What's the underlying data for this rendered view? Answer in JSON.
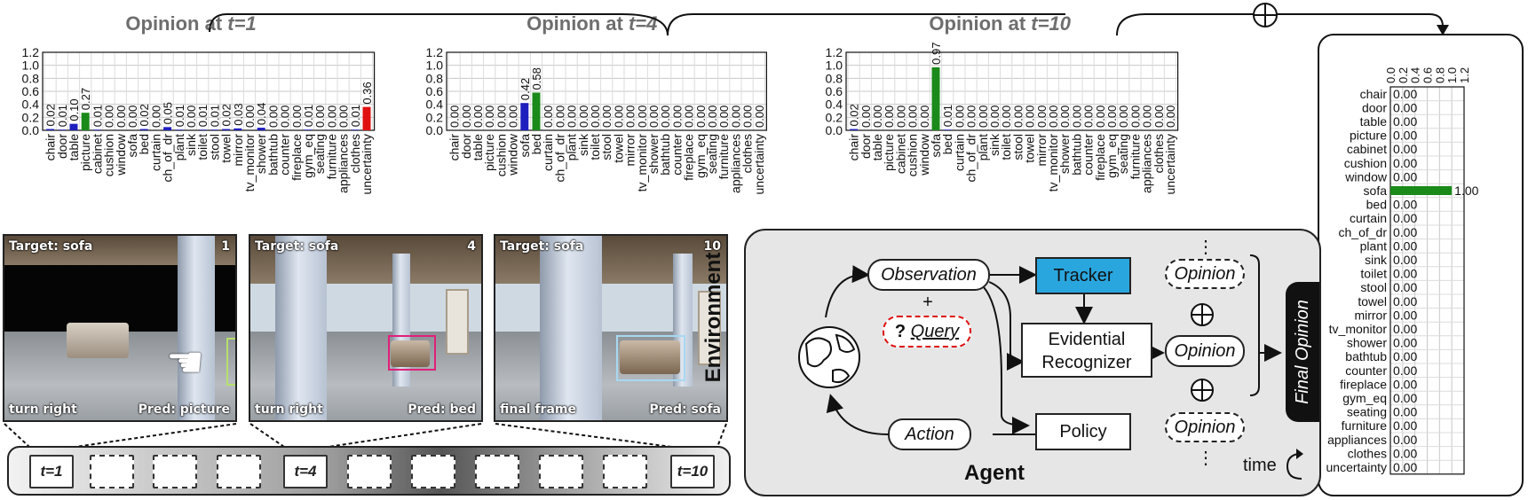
{
  "chart_data": [
    {
      "type": "bar",
      "title": "Opinion at t=1",
      "title_prefix": "Opinion at ",
      "title_var": "t=1",
      "categories": [
        "chair",
        "door",
        "table",
        "picture",
        "cabinet",
        "cushion",
        "window",
        "sofa",
        "bed",
        "curtain",
        "ch_of_dr",
        "plant",
        "sink",
        "toilet",
        "stool",
        "towel",
        "mirror",
        "tv_monitor",
        "shower",
        "bathtub",
        "counter",
        "fireplace",
        "gym_eq",
        "seating",
        "furniture",
        "appliances",
        "clothes",
        "uncertainty"
      ],
      "values": [
        0.02,
        0.01,
        0.1,
        0.27,
        0.01,
        0.0,
        0.0,
        0.0,
        0.02,
        0.0,
        0.05,
        0.01,
        0.0,
        0.01,
        0.01,
        0.02,
        0.03,
        0.0,
        0.04,
        0.0,
        0.0,
        0.0,
        0.01,
        0.0,
        0.0,
        0.0,
        0.01,
        0.36
      ],
      "value_labels": [
        "0.02",
        "0.01",
        "0.10",
        "0.27",
        "0.01",
        "0.00",
        "0.00",
        "0.00",
        "0.02",
        "0.00",
        "0.05",
        "0.01",
        "0.00",
        "0.01",
        "0.01",
        "0.02",
        "0.03",
        "0.00",
        "0.04",
        "0.00",
        "0.00",
        "0.00",
        "0.01",
        "0.00",
        "0.00",
        "0.00",
        "0.01",
        "0.36"
      ],
      "colors": [
        "#1f1fbf",
        "#1f1fbf",
        "#1f1fbf",
        "#1a8a1a",
        "#1f1fbf",
        "#1f1fbf",
        "#1f1fbf",
        "#1f1fbf",
        "#1f1fbf",
        "#1f1fbf",
        "#1f1fbf",
        "#1f1fbf",
        "#1f1fbf",
        "#1f1fbf",
        "#1f1fbf",
        "#1f1fbf",
        "#1f1fbf",
        "#1f1fbf",
        "#1f1fbf",
        "#1f1fbf",
        "#1f1fbf",
        "#1f1fbf",
        "#1f1fbf",
        "#1f1fbf",
        "#1f1fbf",
        "#1f1fbf",
        "#1f1fbf",
        "#e01010"
      ],
      "ylim": [
        0,
        1.2
      ],
      "yticks": [
        "0.0",
        "0.2",
        "0.4",
        "0.6",
        "0.8",
        "1.0",
        "1.2"
      ],
      "grid": true
    },
    {
      "type": "bar",
      "title": "Opinion at t=4",
      "title_prefix": "Opinion at ",
      "title_var": "t=4",
      "categories": [
        "chair",
        "door",
        "table",
        "picture",
        "cushion",
        "window",
        "sofa",
        "bed",
        "curtain",
        "ch_of_dr",
        "plant",
        "sink",
        "toilet",
        "stool",
        "towel",
        "mirror",
        "tv_monitor",
        "shower",
        "bathtub",
        "counter",
        "fireplace",
        "gym_eq",
        "seating",
        "furniture",
        "appliances",
        "clothes",
        "uncertainty"
      ],
      "values": [
        0.0,
        0.0,
        0.0,
        0.0,
        0.0,
        0.0,
        0.42,
        0.58,
        0.0,
        0.0,
        0.0,
        0.0,
        0.0,
        0.0,
        0.0,
        0.0,
        0.0,
        0.0,
        0.0,
        0.0,
        0.0,
        0.0,
        0.0,
        0.0,
        0.0,
        0.0,
        0.0
      ],
      "value_labels": [
        "0.00",
        "0.00",
        "0.00",
        "0.00",
        "0.00",
        "0.00",
        "0.42",
        "0.58",
        "0.00",
        "0.00",
        "0.00",
        "0.00",
        "0.00",
        "0.00",
        "0.00",
        "0.00",
        "0.00",
        "0.00",
        "0.00",
        "0.00",
        "0.00",
        "0.00",
        "0.00",
        "0.00",
        "0.00",
        "0.00",
        "0.00"
      ],
      "colors": [
        "#1f1fbf",
        "#1f1fbf",
        "#1f1fbf",
        "#1f1fbf",
        "#1f1fbf",
        "#1f1fbf",
        "#1f1fbf",
        "#1a8a1a",
        "#1f1fbf",
        "#1f1fbf",
        "#1f1fbf",
        "#1f1fbf",
        "#1f1fbf",
        "#1f1fbf",
        "#1f1fbf",
        "#1f1fbf",
        "#1f1fbf",
        "#1f1fbf",
        "#1f1fbf",
        "#1f1fbf",
        "#1f1fbf",
        "#1f1fbf",
        "#1f1fbf",
        "#1f1fbf",
        "#1f1fbf",
        "#1f1fbf",
        "#1f1fbf"
      ],
      "ylim": [
        0,
        1.2
      ],
      "yticks": [
        "0.0",
        "0.2",
        "0.4",
        "0.6",
        "0.8",
        "1.0",
        "1.2"
      ],
      "grid": true
    },
    {
      "type": "bar",
      "title": "Opinion at t=10",
      "title_prefix": "Opinion at ",
      "title_var": "t=10",
      "categories": [
        "chair",
        "door",
        "table",
        "picture",
        "cabinet",
        "cushion",
        "window",
        "sofa",
        "bed",
        "curtain",
        "ch_of_dr",
        "plant",
        "sink",
        "toilet",
        "stool",
        "towel",
        "mirror",
        "tv_monitor",
        "shower",
        "bathtub",
        "counter",
        "fireplace",
        "gym_eq",
        "seating",
        "furniture",
        "appliances",
        "clothes",
        "uncertainty"
      ],
      "values": [
        0.02,
        0.0,
        0.0,
        0.0,
        0.0,
        0.0,
        0.0,
        0.97,
        0.01,
        0.0,
        0.0,
        0.0,
        0.0,
        0.0,
        0.0,
        0.0,
        0.0,
        0.0,
        0.0,
        0.0,
        0.0,
        0.0,
        0.0,
        0.0,
        0.0,
        0.0,
        0.0,
        0.0
      ],
      "value_labels": [
        "0.02",
        "0.00",
        "0.00",
        "0.00",
        "0.00",
        "0.00",
        "0.00",
        "0.97",
        "0.01",
        "0.00",
        "0.00",
        "0.00",
        "0.00",
        "0.00",
        "0.00",
        "0.00",
        "0.00",
        "0.00",
        "0.00",
        "0.00",
        "0.00",
        "0.00",
        "0.00",
        "0.00",
        "0.00",
        "0.00",
        "0.00",
        "0.00"
      ],
      "colors": [
        "#1f1fbf",
        "#1f1fbf",
        "#1f1fbf",
        "#1f1fbf",
        "#1f1fbf",
        "#1f1fbf",
        "#1f1fbf",
        "#1a8a1a",
        "#1f1fbf",
        "#1f1fbf",
        "#1f1fbf",
        "#1f1fbf",
        "#1f1fbf",
        "#1f1fbf",
        "#1f1fbf",
        "#1f1fbf",
        "#1f1fbf",
        "#1f1fbf",
        "#1f1fbf",
        "#1f1fbf",
        "#1f1fbf",
        "#1f1fbf",
        "#1f1fbf",
        "#1f1fbf",
        "#1f1fbf",
        "#1f1fbf",
        "#1f1fbf",
        "#1f1fbf"
      ],
      "ylim": [
        0,
        1.2
      ],
      "yticks": [
        "0.0",
        "0.2",
        "0.4",
        "0.6",
        "0.8",
        "1.0",
        "1.2"
      ],
      "grid": true
    },
    {
      "type": "bar",
      "orientation": "horizontal",
      "title": "",
      "categories": [
        "chair",
        "door",
        "table",
        "picture",
        "cabinet",
        "cushion",
        "window",
        "sofa",
        "bed",
        "curtain",
        "ch_of_dr",
        "plant",
        "sink",
        "toilet",
        "stool",
        "towel",
        "mirror",
        "tv_monitor",
        "shower",
        "bathtub",
        "counter",
        "fireplace",
        "gym_eq",
        "seating",
        "furniture",
        "appliances",
        "clothes",
        "uncertainty"
      ],
      "values": [
        0,
        0,
        0,
        0,
        0,
        0,
        0,
        1.0,
        0,
        0,
        0,
        0,
        0,
        0,
        0,
        0,
        0,
        0,
        0,
        0,
        0,
        0,
        0,
        0,
        0,
        0,
        0,
        0
      ],
      "value_labels": [
        "0.00",
        "0.00",
        "0.00",
        "0.00",
        "0.00",
        "0.00",
        "0.00",
        "1.00",
        "0.00",
        "0.00",
        "0.00",
        "0.00",
        "0.00",
        "0.00",
        "0.00",
        "0.00",
        "0.00",
        "0.00",
        "0.00",
        "0.00",
        "0.00",
        "0.00",
        "0.00",
        "0.00",
        "0.00",
        "0.00",
        "0.00",
        "0.00"
      ],
      "colors": [
        "#1f1fbf",
        "#1f1fbf",
        "#1f1fbf",
        "#1f1fbf",
        "#1f1fbf",
        "#1f1fbf",
        "#1f1fbf",
        "#1a8a1a",
        "#1f1fbf",
        "#1f1fbf",
        "#1f1fbf",
        "#1f1fbf",
        "#1f1fbf",
        "#1f1fbf",
        "#1f1fbf",
        "#1f1fbf",
        "#1f1fbf",
        "#1f1fbf",
        "#1f1fbf",
        "#1f1fbf",
        "#1f1fbf",
        "#1f1fbf",
        "#1f1fbf",
        "#1f1fbf",
        "#1f1fbf",
        "#1f1fbf",
        "#1f1fbf",
        "#1f1fbf"
      ],
      "xlim": [
        0,
        1.2
      ],
      "xticks": [
        "0.0",
        "0.2",
        "0.4",
        "0.6",
        "0.8",
        "1.0",
        "1.2"
      ],
      "grid": true
    }
  ],
  "frames": [
    {
      "target": "Target: sofa",
      "step": "1",
      "action": "turn right",
      "pred": "Pred: picture"
    },
    {
      "target": "Target: sofa",
      "step": "4",
      "action": "turn right",
      "pred": "Pred: bed"
    },
    {
      "target": "Target: sofa",
      "step": "10",
      "action": "final frame",
      "pred": "Pred: sofa"
    }
  ],
  "timeline": {
    "labels": [
      "t=1",
      "t=4",
      "t=10"
    ]
  },
  "agent": {
    "environment": "Environment",
    "agent": "Agent",
    "observation": "Observation",
    "plus": "+",
    "query_mark": "?",
    "query": "Query",
    "tracker": "Tracker",
    "recognizer_line1": "Evidential",
    "recognizer_line2": "Recognizer",
    "policy": "Policy",
    "action": "Action",
    "opinion": "Opinion",
    "final_opinion": "Final Opinion",
    "time": "time",
    "ellipsis": "⋮"
  },
  "colors": {
    "blue": "#1f1fbf",
    "green": "#1a8a1a",
    "red": "#e01010",
    "tracker": "#2aa6df",
    "query_border": "#d11",
    "panel": "#e6e6e6"
  }
}
